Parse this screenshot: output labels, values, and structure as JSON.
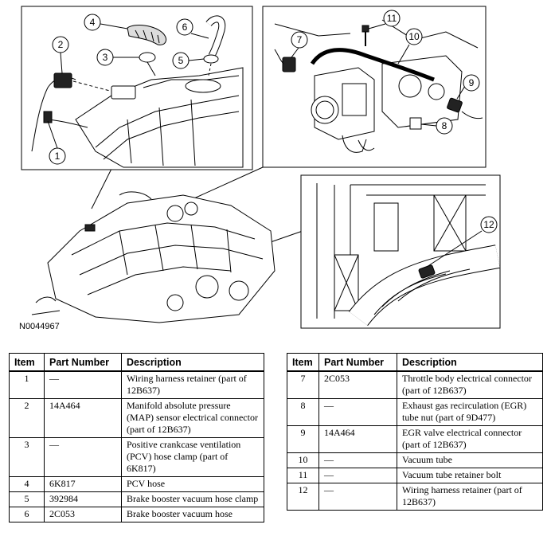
{
  "figure_id": "N0044967",
  "callouts": [
    "1",
    "2",
    "3",
    "4",
    "5",
    "6",
    "7",
    "8",
    "9",
    "10",
    "11",
    "12"
  ],
  "table_headers": {
    "item": "Item",
    "part_number": "Part Number",
    "description": "Description"
  },
  "left_rows": [
    {
      "item": "1",
      "part": "—",
      "desc": "Wiring harness retainer (part of 12B637)"
    },
    {
      "item": "2",
      "part": "14A464",
      "desc": "Manifold absolute pressure (MAP) sensor electrical connector (part of 12B637)"
    },
    {
      "item": "3",
      "part": "—",
      "desc": "Positive crankcase ventilation (PCV) hose clamp (part of 6K817)"
    },
    {
      "item": "4",
      "part": "6K817",
      "desc": "PCV hose"
    },
    {
      "item": "5",
      "part": "392984",
      "desc": "Brake booster vacuum hose clamp"
    },
    {
      "item": "6",
      "part": "2C053",
      "desc": "Brake booster vacuum hose"
    }
  ],
  "right_rows": [
    {
      "item": "7",
      "part": "2C053",
      "desc": "Throttle body electrical connector (part of 12B637)"
    },
    {
      "item": "8",
      "part": "—",
      "desc": "Exhaust gas recirculation (EGR) tube nut (part of 9D477)"
    },
    {
      "item": "9",
      "part": "14A464",
      "desc": "EGR valve electrical connector (part of 12B637)"
    },
    {
      "item": "10",
      "part": "—",
      "desc": "Vacuum tube"
    },
    {
      "item": "11",
      "part": "—",
      "desc": "Vacuum tube retainer bolt"
    },
    {
      "item": "12",
      "part": "—",
      "desc": "Wiring harness retainer (part of 12B637)"
    }
  ]
}
